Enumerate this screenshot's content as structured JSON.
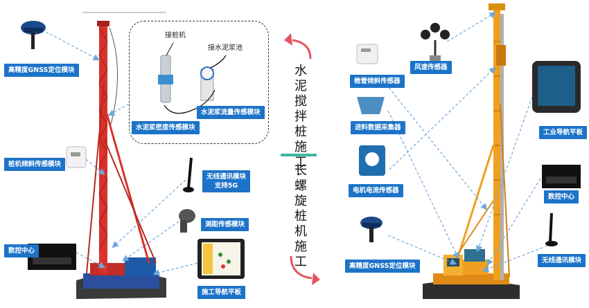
{
  "left": {
    "gnss": "高精度GNSS定位模块",
    "pile_tilt": "桩机倾斜传感模块",
    "control": "数控中心",
    "density": "水泥浆密度传感模块",
    "flow": "水泥浆流量传感模块",
    "wireless_line1": "无线通讯模块",
    "wireless_line2": "支持5G",
    "ranging": "测距传感模块",
    "tablet": "施工导航平板",
    "caption_pile": "接桩机",
    "caption_pool": "接水泥浆池"
  },
  "center": {
    "top": "水泥搅拌桩施工",
    "bottom": "长螺旋桩机施工",
    "divider_color": "#3cb6a0",
    "arrow_color": "#e25560"
  },
  "right": {
    "wind": "风速传感器",
    "tilt": "桅管倾斜传感器",
    "collector": "进料数据采集器",
    "current": "电机电流传感器",
    "gnss": "高精度GNSS定位模块",
    "tablet": "工业导航平板",
    "control": "数控中心",
    "wireless": "无线通讯模块"
  },
  "colors": {
    "label_bg": "#1c73c8",
    "leader": "#6fa8dc",
    "rig_left": "#d9312b",
    "rig_right": "#f0a020"
  }
}
